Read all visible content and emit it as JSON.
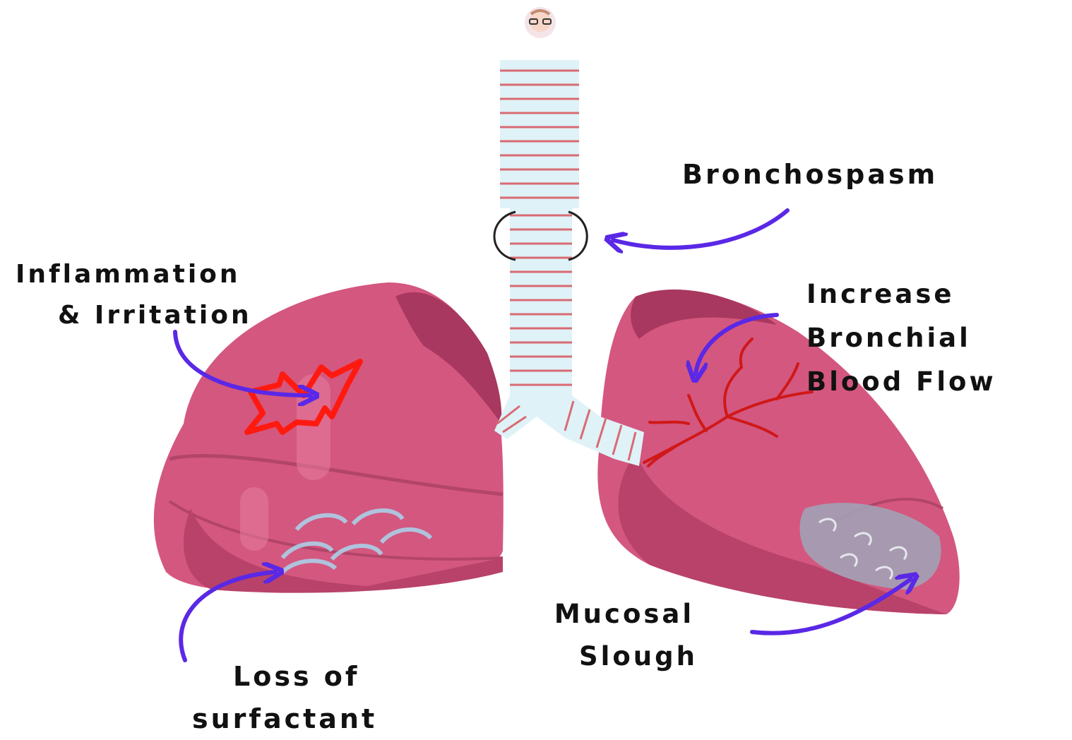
{
  "labels": {
    "bronchospasm": "Bronchospasm",
    "inflammation": [
      "Inflammation",
      "& Irritation"
    ],
    "bronchial_blood_flow": [
      "Increase",
      "Bronchial",
      "Blood Flow"
    ],
    "mucosal_slough": [
      "Mucosal",
      "Slough"
    ],
    "loss_of_surfactant": [
      "Loss of",
      "surfactant"
    ]
  },
  "colors": {
    "lung": "#d4577f",
    "lung_light": "#e27a9b",
    "lung_dark": "#a8385f",
    "trachea": "#dff2f7",
    "cartilage_ring": "#d86b73",
    "arrow": "#5a28e6",
    "irritation": "#ff1a10",
    "vessel": "#d01818",
    "mucus": "#9fa6b8"
  }
}
